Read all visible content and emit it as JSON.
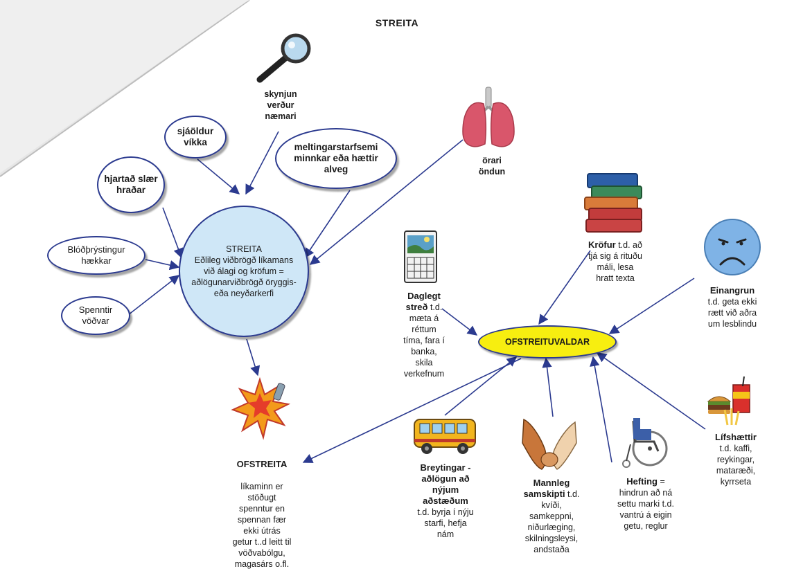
{
  "title": "STREITA",
  "center": {
    "line1": "STREITA",
    "line2": "Eðlileg viðbrögð líkamans við álagi og kröfum = aðlögunarviðbrögð öryggis- eða neyðarkerfi"
  },
  "bubbles": {
    "hjarta": "hjartað slær hraðar",
    "sjaoldur": "sjáöldur víkka",
    "melting": "meltingarstarfsemi minnkar eða hættir alveg",
    "blodthrystingur": "Blóðþrýstingur hækkar",
    "vodvar": "Spenntir vöðvar"
  },
  "labels": {
    "skynjun": "skynjun\nverður\nnæmari",
    "ondun": "örari\nöndun"
  },
  "ofstreita": {
    "heading": "OFSTREITA",
    "text": "líkaminn er\nstöðugt\nspenntur en\nspennan fær\nekki útrás\ngetur t..d leitt til\nvöðvabólgu,\nmagasárs o.fl."
  },
  "ofstreituvaldar": "OFSTREITUVALDAR",
  "daglegt": {
    "head": "Daglegt\nstreð",
    "rest": " t.d.\nmæta á\nréttum\ntíma, fara í\nbanka,\nskila\nverkefnum"
  },
  "krofur": {
    "head": "Kröfur",
    "rest": " t.d. að\ntjá sig á rituðu\nmáli, lesa\nhratt texta"
  },
  "einangrun": {
    "head": "Einangrun",
    "rest": "\nt.d. geta ekki\nrætt við aðra\num lesblindu"
  },
  "breytingar": {
    "head": "Breytingar -\naðlögun að\nnýjum\naðstæðum",
    "rest": "\nt.d. byrja í nýju\nstarfi, hefja\nnám"
  },
  "mannleg": {
    "head": "Mannleg\nsamskipti",
    "rest": " t.d.\nkvíði,\nsamkeppni,\nniðurlæging,\nskilningsleysi,\nandstaða"
  },
  "hefting": {
    "head": "Hefting",
    "rest": " =\nhindrun að ná\nsettu marki t.d.\nvantrú á eigin\ngetu, reglur"
  },
  "lifshaettir": {
    "head": "Lífshættir",
    "rest": "\nt.d. kaffi,\nreykingar,\nmataræði,\nkyrrseta"
  },
  "colors": {
    "arrow": "#2b3a8f",
    "center_fill": "#cfe7f7",
    "oval_fill": "#f7ee10",
    "lungs": "#d9566b",
    "face": "#7fb3e6"
  }
}
